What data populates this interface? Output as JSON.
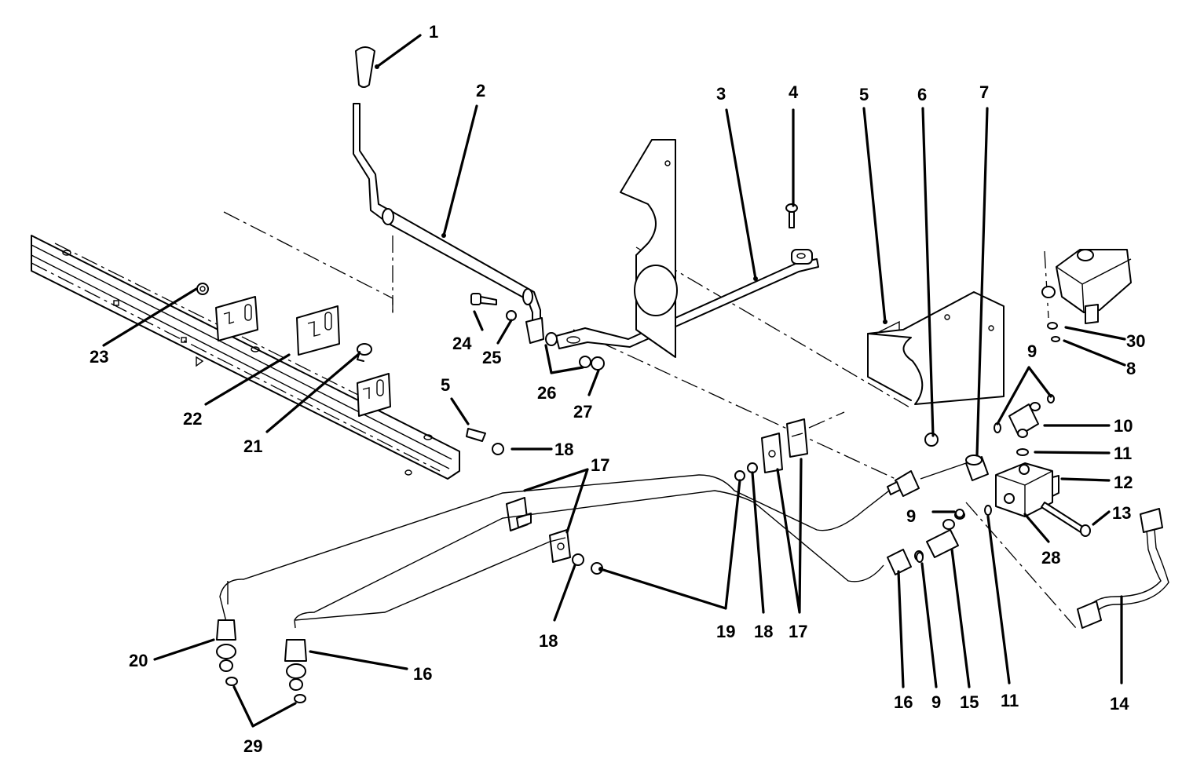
{
  "callouts": [
    "1",
    "2",
    "3",
    "4",
    "5",
    "6",
    "7",
    "9",
    "30",
    "8",
    "10",
    "11",
    "12",
    "13",
    "28",
    "14",
    "23",
    "24",
    "25",
    "26",
    "27",
    "22",
    "21",
    "5",
    "18",
    "17",
    "19",
    "18",
    "17",
    "18",
    "9",
    "16",
    "9",
    "15",
    "11",
    "20",
    "16",
    "29"
  ],
  "colors": {
    "line": "#000000",
    "background": "#ffffff"
  }
}
